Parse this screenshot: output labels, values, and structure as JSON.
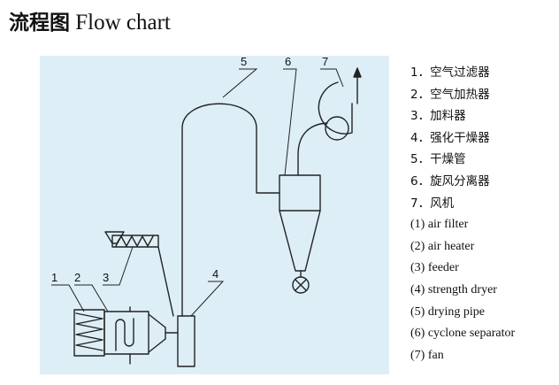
{
  "title": {
    "chinese": "流程图",
    "english": "Flow chart"
  },
  "callouts": [
    "1",
    "2",
    "3",
    "4",
    "5",
    "6",
    "7"
  ],
  "legend": {
    "chinese": [
      "1．空气过滤器",
      "2．空气加热器",
      "3．加料器",
      "4．强化干燥器",
      "5．干燥管",
      "6．旋风分离器",
      "7．风机"
    ],
    "english": [
      "(1) air filter",
      "(2) air heater",
      "(3) feeder",
      "(4) strength dryer",
      "(5) drying pipe",
      "(6) cyclone separator",
      "(7) fan"
    ]
  },
  "colors": {
    "panel": "#ddeef7",
    "line": "#222222"
  }
}
